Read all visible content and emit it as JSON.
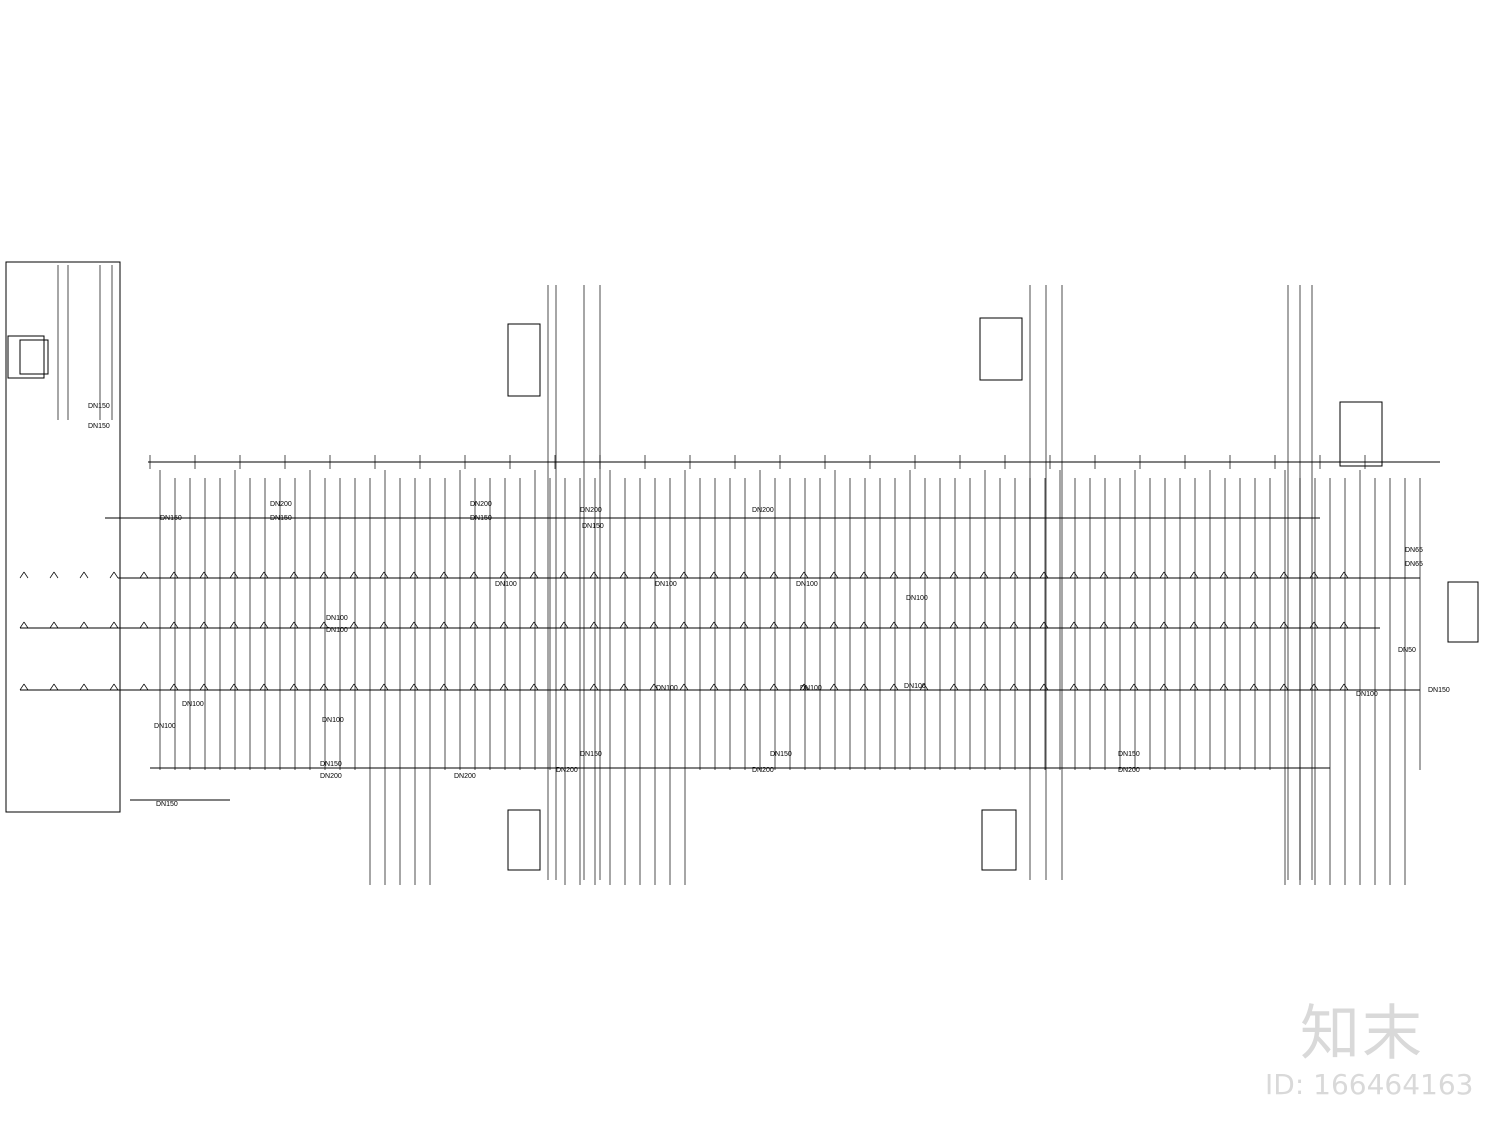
{
  "diagram": {
    "pipe_labels": {
      "dn100": "DN100",
      "dn150": "DN150",
      "dn200": "DN200",
      "dn65": "DN65",
      "dn50": "DN50"
    }
  },
  "watermark": {
    "logo": "知末",
    "id_text": "ID: 166464163"
  }
}
